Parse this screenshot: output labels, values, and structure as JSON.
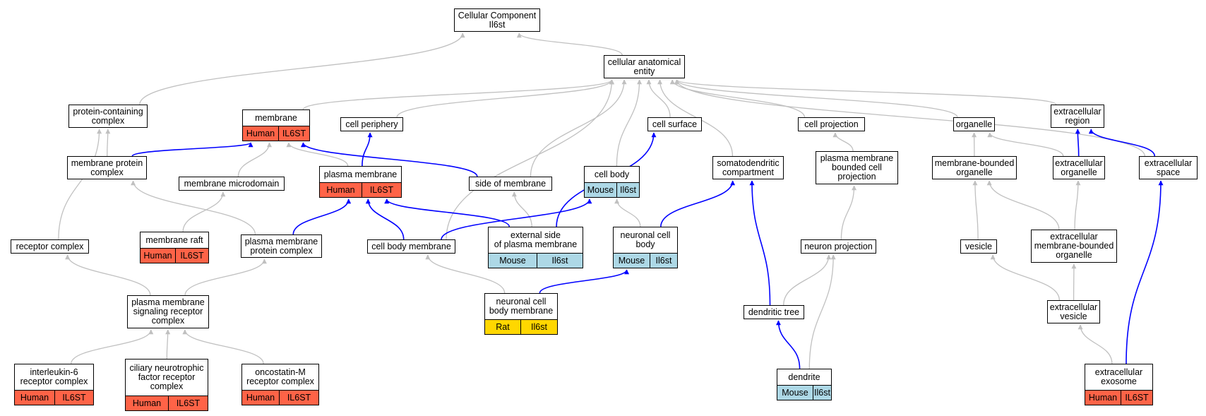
{
  "colors": {
    "edge_gray": "#c0c0c0",
    "edge_blue": "#0000ff",
    "Human": "#ff6347",
    "Mouse": "#add8e6",
    "Rat": "#ffd700"
  },
  "nodes": [
    {
      "id": "cc",
      "label": "Cellular Component\nIl6st"
    },
    {
      "id": "cae",
      "label": "cellular anatomical\nentity"
    },
    {
      "id": "pcc",
      "label": "protein-containing\ncomplex"
    },
    {
      "id": "mem",
      "label": "membrane",
      "species": "Human",
      "gene": "IL6ST"
    },
    {
      "id": "cper",
      "label": "cell periphery"
    },
    {
      "id": "csurf",
      "label": "cell surface"
    },
    {
      "id": "cproj",
      "label": "cell projection"
    },
    {
      "id": "org",
      "label": "organelle"
    },
    {
      "id": "exreg",
      "label": "extracellular\nregion"
    },
    {
      "id": "mpc",
      "label": "membrane protein\ncomplex"
    },
    {
      "id": "mmd",
      "label": "membrane microdomain"
    },
    {
      "id": "pm",
      "label": "plasma membrane",
      "species": "Human",
      "gene": "IL6ST"
    },
    {
      "id": "som",
      "label": "side of membrane"
    },
    {
      "id": "cbody",
      "label": "cell body",
      "species": "Mouse",
      "gene": "Il6st"
    },
    {
      "id": "sdc",
      "label": "somatodendritic\ncompartment"
    },
    {
      "id": "pmbcp",
      "label": "plasma membrane\nbounded cell\nprojection"
    },
    {
      "id": "mbo",
      "label": "membrane-bounded\norganelle"
    },
    {
      "id": "exorg",
      "label": "extracellular\norganelle"
    },
    {
      "id": "exsp",
      "label": "extracellular\nspace"
    },
    {
      "id": "rc",
      "label": "receptor complex"
    },
    {
      "id": "mraft",
      "label": "membrane raft",
      "species": "Human",
      "gene": "IL6ST"
    },
    {
      "id": "pmpc",
      "label": "plasma membrane\nprotein complex"
    },
    {
      "id": "cbm",
      "label": "cell body membrane"
    },
    {
      "id": "espm",
      "label": "external side\nof plasma membrane",
      "species": "Mouse",
      "gene": "Il6st"
    },
    {
      "id": "ncb",
      "label": "neuronal cell\nbody",
      "species": "Mouse",
      "gene": "Il6st"
    },
    {
      "id": "nproj",
      "label": "neuron projection"
    },
    {
      "id": "ves",
      "label": "vesicle"
    },
    {
      "id": "exmbo",
      "label": "extracellular\nmembrane-bounded\norganelle"
    },
    {
      "id": "pmsrc",
      "label": "plasma membrane\nsignaling receptor\ncomplex"
    },
    {
      "id": "ncbm",
      "label": "neuronal cell\nbody membrane",
      "species": "Rat",
      "gene": "Il6st"
    },
    {
      "id": "dtree",
      "label": "dendritic tree"
    },
    {
      "id": "exves",
      "label": "extracellular\nvesicle"
    },
    {
      "id": "il6rc",
      "label": "interleukin-6\nreceptor complex",
      "species": "Human",
      "gene": "IL6ST"
    },
    {
      "id": "cntf",
      "label": "ciliary neurotrophic\nfactor receptor\ncomplex",
      "species": "Human",
      "gene": "IL6ST"
    },
    {
      "id": "osm",
      "label": "oncostatin-M\nreceptor complex",
      "species": "Human",
      "gene": "IL6ST"
    },
    {
      "id": "dend",
      "label": "dendrite",
      "species": "Mouse",
      "gene": "Il6st"
    },
    {
      "id": "exo",
      "label": "extracellular\nexosome",
      "species": "Human",
      "gene": "IL6ST"
    }
  ],
  "edges": [
    {
      "from": "cae",
      "to": "cc",
      "color": "gray"
    },
    {
      "from": "pcc",
      "to": "cc",
      "color": "gray"
    },
    {
      "from": "mem",
      "to": "cae",
      "color": "gray"
    },
    {
      "from": "cper",
      "to": "cae",
      "color": "gray"
    },
    {
      "from": "csurf",
      "to": "cae",
      "color": "gray"
    },
    {
      "from": "cproj",
      "to": "cae",
      "color": "gray"
    },
    {
      "from": "org",
      "to": "cae",
      "color": "gray"
    },
    {
      "from": "exreg",
      "to": "cae",
      "color": "gray"
    },
    {
      "from": "exsp",
      "to": "cae",
      "color": "gray"
    },
    {
      "from": "cbody",
      "to": "cae",
      "color": "gray"
    },
    {
      "from": "som",
      "to": "cae",
      "color": "gray"
    },
    {
      "from": "sdc",
      "to": "cae",
      "color": "gray"
    },
    {
      "from": "cbm",
      "to": "cae",
      "color": "gray"
    },
    {
      "from": "mpc",
      "to": "pcc",
      "color": "gray"
    },
    {
      "from": "rc",
      "to": "pcc",
      "color": "gray"
    },
    {
      "from": "mpc",
      "to": "mem",
      "color": "blue"
    },
    {
      "from": "mmd",
      "to": "mem",
      "color": "gray"
    },
    {
      "from": "pm",
      "to": "mem",
      "color": "gray"
    },
    {
      "from": "som",
      "to": "mem",
      "color": "blue"
    },
    {
      "from": "pm",
      "to": "cper",
      "color": "blue"
    },
    {
      "from": "mraft",
      "to": "mmd",
      "color": "gray"
    },
    {
      "from": "pmpc",
      "to": "mpc",
      "color": "gray"
    },
    {
      "from": "pmpc",
      "to": "pm",
      "color": "blue"
    },
    {
      "from": "cbm",
      "to": "pm",
      "color": "blue"
    },
    {
      "from": "espm",
      "to": "pm",
      "color": "blue"
    },
    {
      "from": "espm",
      "to": "som",
      "color": "gray"
    },
    {
      "from": "cbm",
      "to": "cbody",
      "color": "blue"
    },
    {
      "from": "ncb",
      "to": "cbody",
      "color": "gray"
    },
    {
      "from": "espm",
      "to": "csurf",
      "color": "blue"
    },
    {
      "from": "ncb",
      "to": "sdc",
      "color": "blue"
    },
    {
      "from": "dtree",
      "to": "sdc",
      "color": "blue"
    },
    {
      "from": "pmbcp",
      "to": "cproj",
      "color": "gray"
    },
    {
      "from": "nproj",
      "to": "pmbcp",
      "color": "gray"
    },
    {
      "from": "dtree",
      "to": "nproj",
      "color": "gray"
    },
    {
      "from": "dend",
      "to": "nproj",
      "color": "gray"
    },
    {
      "from": "dend",
      "to": "dtree",
      "color": "blue"
    },
    {
      "from": "ncbm",
      "to": "cbm",
      "color": "gray"
    },
    {
      "from": "ncbm",
      "to": "ncb",
      "color": "blue"
    },
    {
      "from": "pmsrc",
      "to": "rc",
      "color": "gray"
    },
    {
      "from": "pmsrc",
      "to": "pmpc",
      "color": "gray"
    },
    {
      "from": "il6rc",
      "to": "pmsrc",
      "color": "gray"
    },
    {
      "from": "cntf",
      "to": "pmsrc",
      "color": "gray"
    },
    {
      "from": "osm",
      "to": "pmsrc",
      "color": "gray"
    },
    {
      "from": "mbo",
      "to": "org",
      "color": "gray"
    },
    {
      "from": "exorg",
      "to": "org",
      "color": "gray"
    },
    {
      "from": "exorg",
      "to": "exreg",
      "color": "blue"
    },
    {
      "from": "exsp",
      "to": "exreg",
      "color": "blue"
    },
    {
      "from": "ves",
      "to": "mbo",
      "color": "gray"
    },
    {
      "from": "exmbo",
      "to": "mbo",
      "color": "gray"
    },
    {
      "from": "exmbo",
      "to": "exorg",
      "color": "gray"
    },
    {
      "from": "exves",
      "to": "exmbo",
      "color": "gray"
    },
    {
      "from": "exves",
      "to": "ves",
      "color": "gray"
    },
    {
      "from": "exo",
      "to": "exves",
      "color": "gray"
    },
    {
      "from": "exo",
      "to": "exsp",
      "color": "blue"
    }
  ]
}
